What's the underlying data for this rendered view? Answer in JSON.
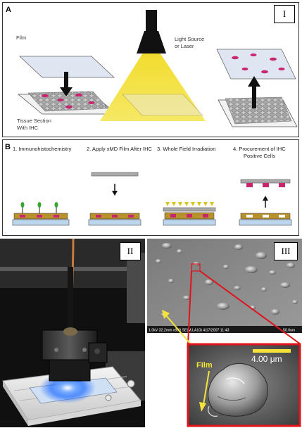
{
  "panel_a": {
    "letter": "A",
    "roman": "I",
    "film_label": "Film",
    "light_label_line1": "Light Source",
    "light_label_line2": "or Laser",
    "tissue_label_line1": "Tissue Section",
    "tissue_label_line2": "With IHC"
  },
  "panel_b": {
    "letter": "B",
    "steps": [
      "1. Immunohistochemistry",
      "2. Apply xMD Film After IHC",
      "3. Whole Field Irradiation",
      "4. Procurement of IHC"
    ],
    "step4_line2": "Positive Cells"
  },
  "panel_ii": {
    "roman": "II"
  },
  "panel_iii": {
    "roman": "III",
    "sem_status": "1.0kV 32.2mm x900 SE(M,LA10) 4/17/2007 11:43",
    "sem_scale": "50.0um",
    "inset_film_label": "Film",
    "inset_scale_label": "4.00 μm"
  },
  "colors": {
    "yellow": "#f5e33a",
    "red_border": "#e0131b",
    "magenta": "#c8246f",
    "blue_led": "#1e6cff"
  }
}
